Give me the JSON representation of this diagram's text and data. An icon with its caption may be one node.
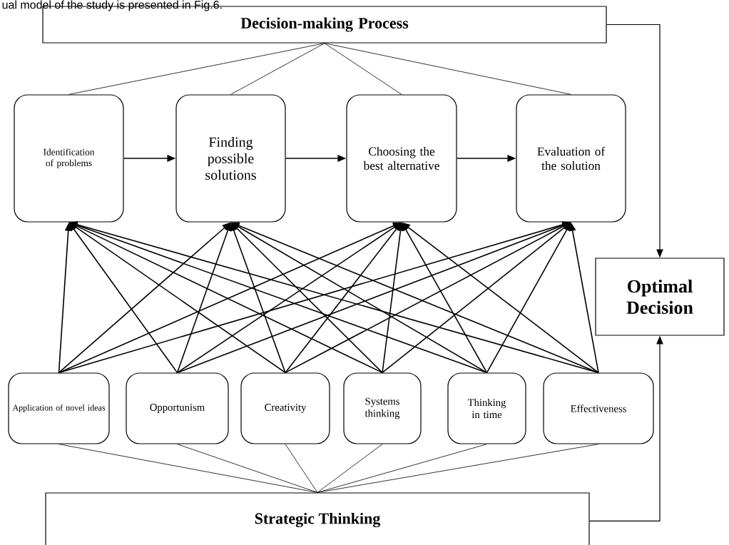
{
  "diagram": {
    "nodes": [
      {
        "text": [
          "Decision-making Process"
        ]
      },
      {
        "text": [
          "Identification of problems"
        ]
      },
      {
        "text": [
          "Finding possible solutions"
        ]
      },
      {
        "text": [
          "Choosing the best alternative"
        ]
      },
      {
        "text": [
          "Evaluation of the solution"
        ]
      },
      {
        "text": [
          "Optimal Decision"
        ]
      },
      {
        "text": [
          "Application of novel ideas"
        ]
      },
      {
        "text": [
          "Opportunism"
        ]
      },
      {
        "text": [
          "Creativity"
        ]
      },
      {
        "text": [
          "Systems thinking"
        ]
      },
      {
        "text": [
          "Thinking in time"
        ]
      },
      {
        "text": [
          "Effectiveness"
        ]
      },
      {
        "text": [
          "Strategic Thinking"
        ]
      }
    ],
    "edges": [
      {
        "from": 0,
        "to": 1,
        "arrow": "none"
      },
      {
        "from": 0,
        "to": 2,
        "arrow": "none"
      },
      {
        "from": 0,
        "to": 3,
        "arrow": "none"
      },
      {
        "from": 0,
        "to": 4,
        "arrow": "none"
      },
      {
        "from": 1,
        "to": 2,
        "arrow": "to"
      },
      {
        "from": 2,
        "to": 3,
        "arrow": "to"
      },
      {
        "from": 3,
        "to": 4,
        "arrow": "to"
      },
      {
        "from": 6,
        "to": 1,
        "arrow": "to"
      },
      {
        "from": 6,
        "to": 2,
        "arrow": "to"
      },
      {
        "from": 6,
        "to": 3,
        "arrow": "to"
      },
      {
        "from": 6,
        "to": 4,
        "arrow": "to"
      },
      {
        "from": 7,
        "to": 1,
        "arrow": "to"
      },
      {
        "from": 7,
        "to": 2,
        "arrow": "to"
      },
      {
        "from": 7,
        "to": 3,
        "arrow": "to"
      },
      {
        "from": 7,
        "to": 4,
        "arrow": "to"
      },
      {
        "from": 8,
        "to": 1,
        "arrow": "to"
      },
      {
        "from": 8,
        "to": 2,
        "arrow": "to"
      },
      {
        "from": 8,
        "to": 3,
        "arrow": "to"
      },
      {
        "from": 8,
        "to": 4,
        "arrow": "to"
      },
      {
        "from": 9,
        "to": 1,
        "arrow": "to"
      },
      {
        "from": 9,
        "to": 2,
        "arrow": "to"
      },
      {
        "from": 9,
        "to": 3,
        "arrow": "to"
      },
      {
        "from": 9,
        "to": 4,
        "arrow": "to"
      },
      {
        "from": 10,
        "to": 1,
        "arrow": "to"
      },
      {
        "from": 10,
        "to": 2,
        "arrow": "to"
      },
      {
        "from": 10,
        "to": 3,
        "arrow": "to"
      },
      {
        "from": 10,
        "to": 4,
        "arrow": "to"
      },
      {
        "from": 11,
        "to": 1,
        "arrow": "to"
      },
      {
        "from": 11,
        "to": 2,
        "arrow": "to"
      },
      {
        "from": 11,
        "to": 3,
        "arrow": "to"
      },
      {
        "from": 11,
        "to": 4,
        "arrow": "to"
      },
      {
        "from": 12,
        "to": 6,
        "arrow": "none"
      },
      {
        "from": 12,
        "to": 7,
        "arrow": "none"
      },
      {
        "from": 12,
        "to": 8,
        "arrow": "none"
      },
      {
        "from": 12,
        "to": 9,
        "arrow": "none"
      },
      {
        "from": 12,
        "to": 10,
        "arrow": "none"
      },
      {
        "from": 12,
        "to": 11,
        "arrow": "none"
      },
      {
        "from": 0,
        "to": 5,
        "arrow": "to"
      },
      {
        "from": 12,
        "to": 5,
        "arrow": "to"
      }
    ],
    "labels": [
      "ual model of the study is presented in Fig.6."
    ]
  }
}
